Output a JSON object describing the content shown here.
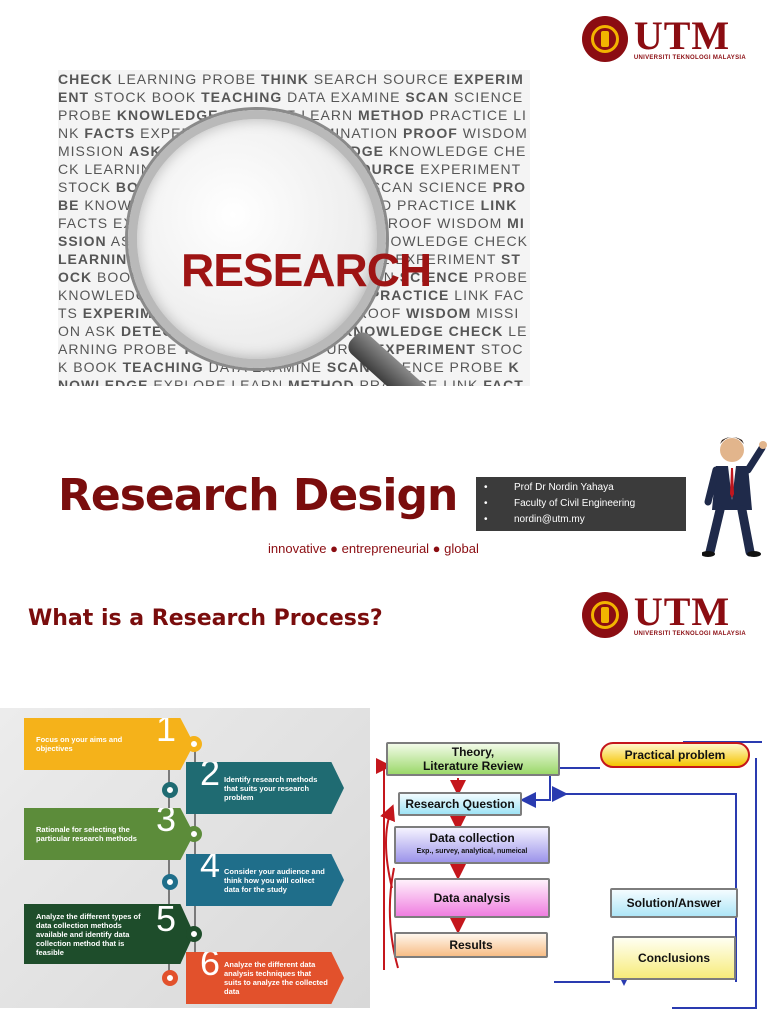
{
  "logo": {
    "word": "UTM",
    "sub": "UNIVERSITI TEKNOLOGI MALAYSIA"
  },
  "slide1": {
    "lens_word": "RESEARCH",
    "cloud_words": [
      "CHECK",
      "LEARNING",
      "PROBE",
      "THINK",
      "SEARCH",
      "SOURCE",
      "EXPERIMENT",
      "STOCK",
      "BOOK",
      "TEACHING",
      "DATA",
      "EXAMINE",
      "SCAN",
      "SCIENCE",
      "PROBE",
      "KNOWLEDGE",
      "EXPLORE",
      "LEARN",
      "METHOD",
      "PRACTICE",
      "LINK",
      "FACTS",
      "EXPERIMENTATION",
      "EXAMINATION",
      "PROOF",
      "WISDOM",
      "MISSION",
      "ASK",
      "DETECT",
      "BOOK",
      "KNOWLEDGE",
      "KNOWLEDGE"
    ],
    "title": "Research Design",
    "tagline": "innovative ● entrepreneurial ● global",
    "info": [
      "Prof Dr Nordin Yahaya",
      "Faculty of Civil Engineering",
      "nordin@utm.my"
    ],
    "bullet": "•"
  },
  "slide2": {
    "title": "What is a Research Process?",
    "steps": [
      {
        "num": "1",
        "text": "Focus on your aims and objectives",
        "color": "#f5b21a"
      },
      {
        "num": "2",
        "text": "Identify research methods that suits your research problem",
        "color": "#1f6b72"
      },
      {
        "num": "3",
        "text": "Rationale for selecting the particular research methods",
        "color": "#5c8c3a"
      },
      {
        "num": "4",
        "text": "Consider your audience and think how you will collect data for the study",
        "color": "#1f6e8a"
      },
      {
        "num": "5",
        "text": "Analyze the different types of data collection methods available and identify data collection method that is feasible",
        "color": "#1e4d2b"
      },
      {
        "num": "6",
        "text": "Analyze the different data analysis techniques that suits to analyze the collected data",
        "color": "#e2512c"
      }
    ],
    "flow": {
      "theory": "Theory,\nLiterature Review",
      "practical": "Practical problem",
      "question": "Research Question",
      "collection": "Data collection",
      "collection_sub": "Exp., survey, analytical, numeical",
      "analysis": "Data analysis",
      "results": "Results",
      "solution": "Solution/Answer",
      "conclusions": "Conclusions"
    }
  }
}
